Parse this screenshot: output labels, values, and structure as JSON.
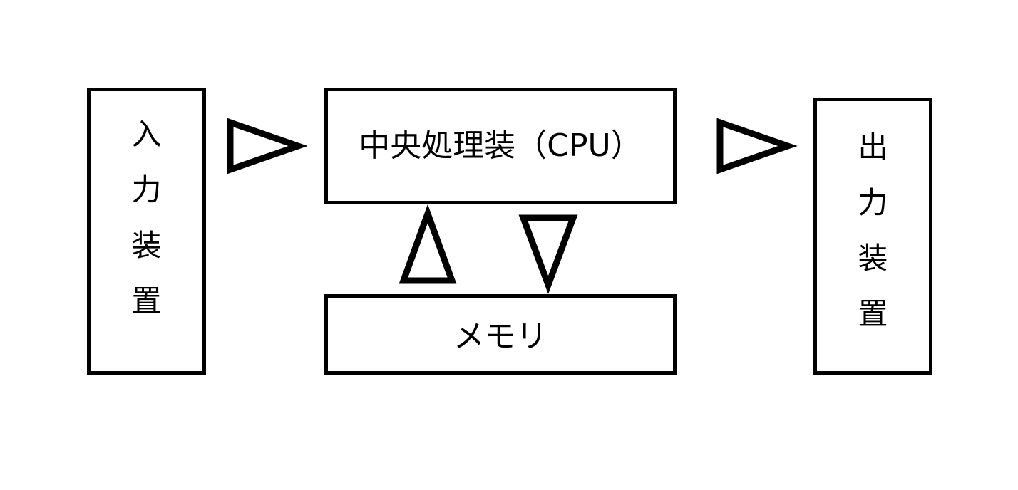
{
  "diagram": {
    "input_device": {
      "chars": [
        "入",
        "力",
        "装",
        "置"
      ]
    },
    "cpu": {
      "label": "中央処理装（CPU）"
    },
    "memory": {
      "label": "メモリ"
    },
    "output_device": {
      "chars": [
        "出",
        "力",
        "装",
        "置"
      ]
    },
    "colors": {
      "stroke": "#000000",
      "background": "#ffffff"
    },
    "arrows": [
      {
        "name": "input-to-cpu-arrow",
        "direction": "right"
      },
      {
        "name": "memory-to-cpu-arrow",
        "direction": "up"
      },
      {
        "name": "cpu-to-memory-arrow",
        "direction": "down"
      },
      {
        "name": "cpu-to-output-arrow",
        "direction": "right"
      }
    ]
  }
}
